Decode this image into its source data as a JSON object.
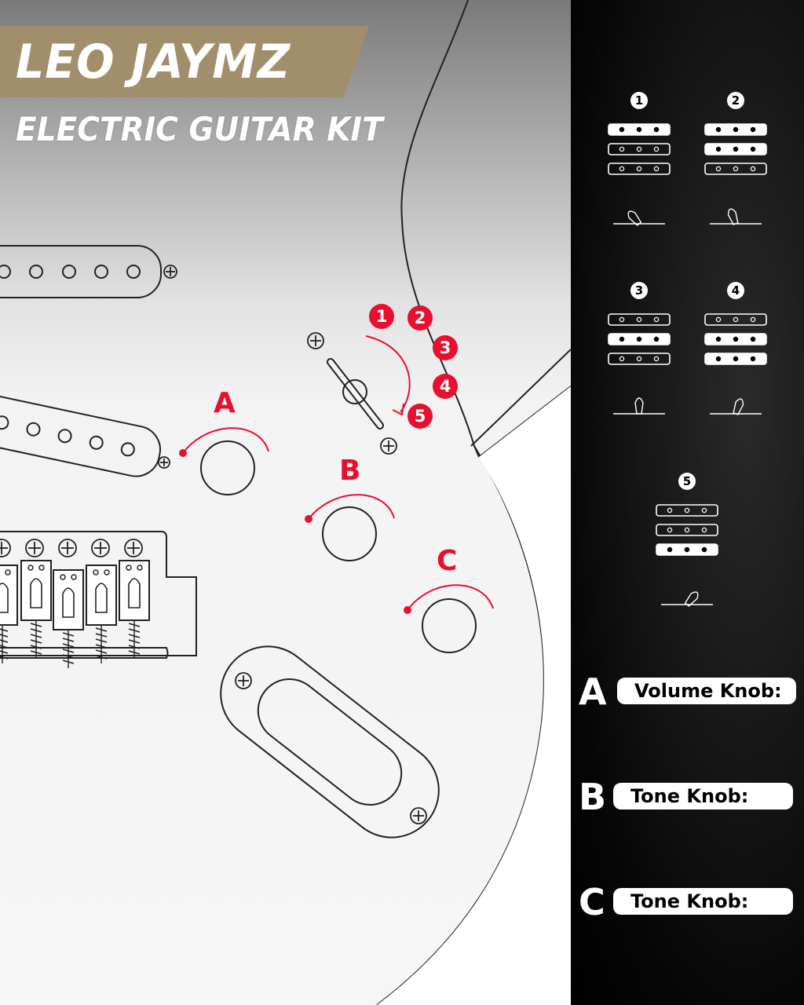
{
  "header": {
    "brand": "LEO JAYMZ",
    "subtitle": "ELECTRIC GUITAR KIT"
  },
  "colors": {
    "accent_red": "#e8102e",
    "banner_gold": "#a08f6a",
    "panel_bg": "#000000"
  },
  "knob_labels": {
    "a": "A",
    "b": "B",
    "c": "C"
  },
  "selector_positions": [
    "1",
    "2",
    "3",
    "4",
    "5"
  ],
  "pickup_positions": [
    {
      "number": "1",
      "active_pickups": [
        "neck"
      ]
    },
    {
      "number": "2",
      "active_pickups": [
        "neck",
        "middle"
      ]
    },
    {
      "number": "3",
      "active_pickups": [
        "middle"
      ]
    },
    {
      "number": "4",
      "active_pickups": [
        "middle",
        "bridge"
      ]
    },
    {
      "number": "5",
      "active_pickups": [
        "bridge"
      ]
    }
  ],
  "legend": [
    {
      "letter": "A",
      "label": "Volume Knob:"
    },
    {
      "letter": "B",
      "label": "Tone Knob:"
    },
    {
      "letter": "C",
      "label": "Tone Knob:"
    }
  ],
  "icons": [
    "screw-icon",
    "pickup-icon",
    "selector-switch-icon",
    "lever-icon",
    "input-jack-icon",
    "bridge-saddle-icon"
  ]
}
